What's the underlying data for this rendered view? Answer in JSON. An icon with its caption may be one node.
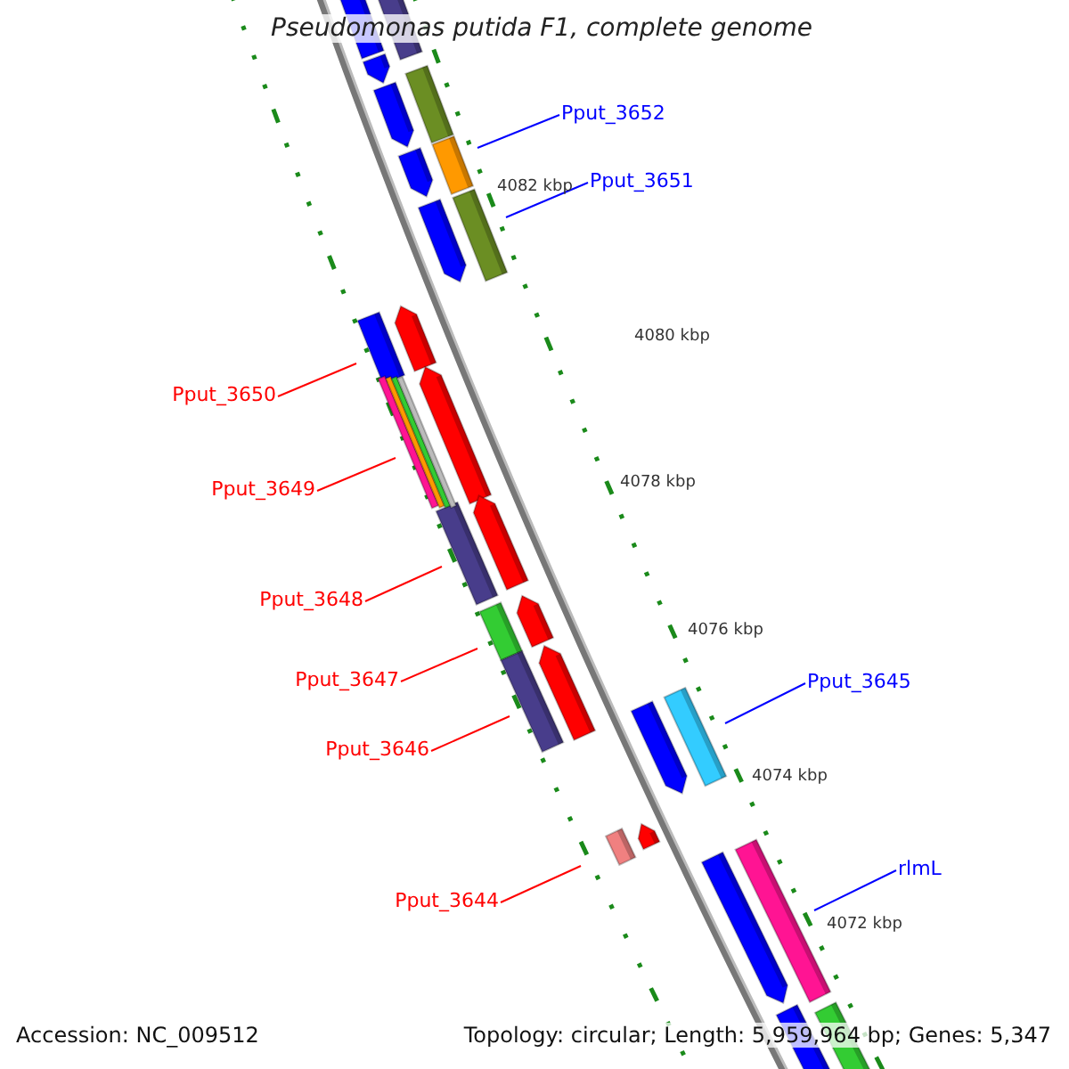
{
  "diagram": {
    "title": "Pseudomonas putida F1, complete genome",
    "nodes": [
      {
        "text": [
          "Pput_3652"
        ]
      },
      {
        "text": [
          "Pput_3651"
        ]
      },
      {
        "text": [
          "Pput_3650"
        ]
      },
      {
        "text": [
          "Pput_3649"
        ]
      },
      {
        "text": [
          "Pput_3648"
        ]
      },
      {
        "text": [
          "Pput_3647"
        ]
      },
      {
        "text": [
          "Pput_3646"
        ]
      },
      {
        "text": [
          "Pput_3645"
        ]
      },
      {
        "text": [
          "Pput_3644"
        ]
      },
      {
        "text": [
          "rlmL"
        ]
      }
    ],
    "edges": [
      {
        "from": 0,
        "to": null,
        "arrow": "none",
        "color": "#0000ff"
      },
      {
        "from": 1,
        "to": null,
        "arrow": "none",
        "color": "#0000ff"
      },
      {
        "from": 2,
        "to": null,
        "arrow": "none",
        "color": "#ff0000"
      },
      {
        "from": 3,
        "to": null,
        "arrow": "none",
        "color": "#ff0000"
      },
      {
        "from": 4,
        "to": null,
        "arrow": "none",
        "color": "#ff0000"
      },
      {
        "from": 5,
        "to": null,
        "arrow": "none",
        "color": "#ff0000"
      },
      {
        "from": 6,
        "to": null,
        "arrow": "none",
        "color": "#ff0000"
      },
      {
        "from": 7,
        "to": null,
        "arrow": "none",
        "color": "#0000ff"
      },
      {
        "from": 8,
        "to": null,
        "arrow": "none",
        "color": "#ff0000"
      },
      {
        "from": 9,
        "to": null,
        "arrow": "none",
        "color": "#0000ff"
      }
    ],
    "labels": [
      "4082 kbp",
      "4080 kbp",
      "4078 kbp",
      "4076 kbp",
      "4074 kbp",
      "4072 kbp",
      "Accession: NC_009512",
      "Topology: circular; Length: 5,959,964 bp; Genes: 5,347"
    ]
  }
}
